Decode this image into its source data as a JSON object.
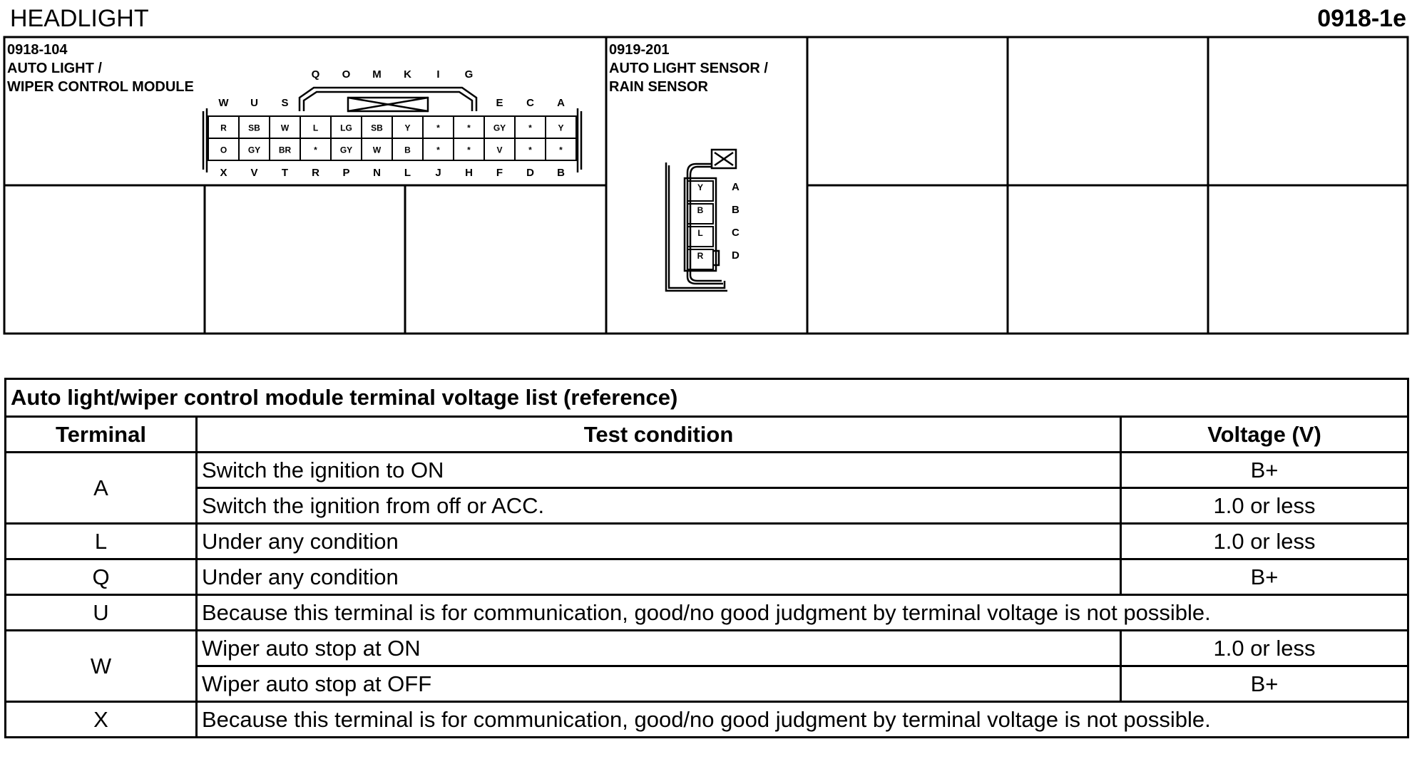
{
  "header": {
    "title": "HEADLIGHT",
    "code": "0918-1e"
  },
  "connectors": [
    {
      "id": "0918-104",
      "name_line1": "AUTO LIGHT /",
      "name_line2": "WIPER CONTROL MODULE",
      "top_labels": [
        "W",
        "U",
        "S",
        "Q",
        "O",
        "M",
        "K",
        "I",
        "G",
        "E",
        "C",
        "A"
      ],
      "row1": [
        "R",
        "SB",
        "W",
        "L",
        "LG",
        "SB",
        "Y",
        "*",
        "*",
        "GY",
        "*",
        "Y"
      ],
      "row2": [
        "O",
        "GY",
        "BR",
        "*",
        "GY",
        "W",
        "B",
        "*",
        "*",
        "V",
        "*",
        "*"
      ],
      "bottom_labels": [
        "X",
        "V",
        "T",
        "R",
        "P",
        "N",
        "L",
        "J",
        "H",
        "F",
        "D",
        "B"
      ]
    },
    {
      "id": "0919-201",
      "name_line1": "AUTO LIGHT SENSOR /",
      "name_line2": "RAIN SENSOR",
      "pins": [
        "Y",
        "B",
        "L",
        "R"
      ],
      "side_labels": [
        "A",
        "B",
        "C",
        "D"
      ]
    }
  ],
  "table": {
    "title": "Auto light/wiper control module terminal voltage list (reference)",
    "headers": [
      "Terminal",
      "Test condition",
      "Voltage (V)"
    ],
    "rows": [
      {
        "terminal": "A",
        "condition": "Switch the ignition to ON",
        "voltage": "B+"
      },
      {
        "condition": "Switch the ignition from off or ACC.",
        "voltage": "1.0 or less"
      },
      {
        "terminal": "L",
        "condition": "Under any condition",
        "voltage": "1.0 or less"
      },
      {
        "terminal": "Q",
        "condition": "Under any condition",
        "voltage": "B+"
      },
      {
        "terminal": "U",
        "condition": "Because this terminal is for communication, good/no good judgment by terminal voltage is not possible."
      },
      {
        "terminal": "W",
        "condition": "Wiper auto stop at ON",
        "voltage": "1.0 or less"
      },
      {
        "condition": "Wiper auto stop at OFF",
        "voltage": "B+"
      },
      {
        "terminal": "X",
        "condition": "Because this terminal is for communication, good/no good judgment by terminal voltage is not possible."
      }
    ]
  }
}
